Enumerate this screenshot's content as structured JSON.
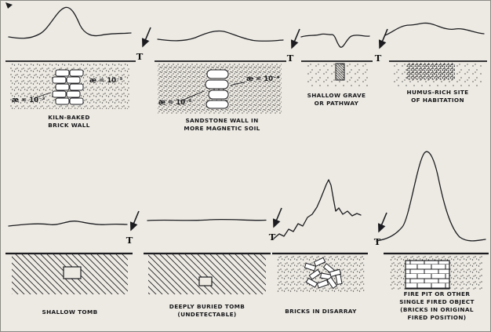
{
  "figure": {
    "background": "#edeae3",
    "ink": "#1c1c20",
    "t_label": "T"
  },
  "panels": [
    {
      "id": "kiln-baked-brick-wall",
      "caption": [
        "KILN-BAKED",
        "BRICK WALL"
      ],
      "ae_wall": "æ = 10⁻³",
      "ae_soil": "æ = 10⁻⁵"
    },
    {
      "id": "sandstone-wall",
      "caption": [
        "SANDSTONE WALL IN",
        "MORE MAGNETIC SOIL"
      ],
      "ae_wall": "æ = 10⁻⁵",
      "ae_soil": "æ = 10⁻⁴"
    },
    {
      "id": "shallow-grave",
      "caption": [
        "SHALLOW GRAVE",
        "OR PATHWAY"
      ]
    },
    {
      "id": "humus-rich-site",
      "caption": [
        "HUMUS-RICH SITE",
        "OF HABITATION"
      ]
    },
    {
      "id": "shallow-tomb",
      "caption": [
        "SHALLOW TOMB"
      ]
    },
    {
      "id": "deeply-buried-tomb",
      "caption": [
        "DEEPLY BURIED TOMB",
        "(UNDETECTABLE)"
      ]
    },
    {
      "id": "bricks-in-disarray",
      "caption": [
        "BRICKS IN DISARRAY"
      ]
    },
    {
      "id": "fire-pit",
      "caption": [
        "FIRE PIT OR OTHER",
        "SINGLE FIRED OBJECT",
        "(BRICKS IN ORIGINAL",
        "FIRED POSITION)"
      ]
    }
  ]
}
